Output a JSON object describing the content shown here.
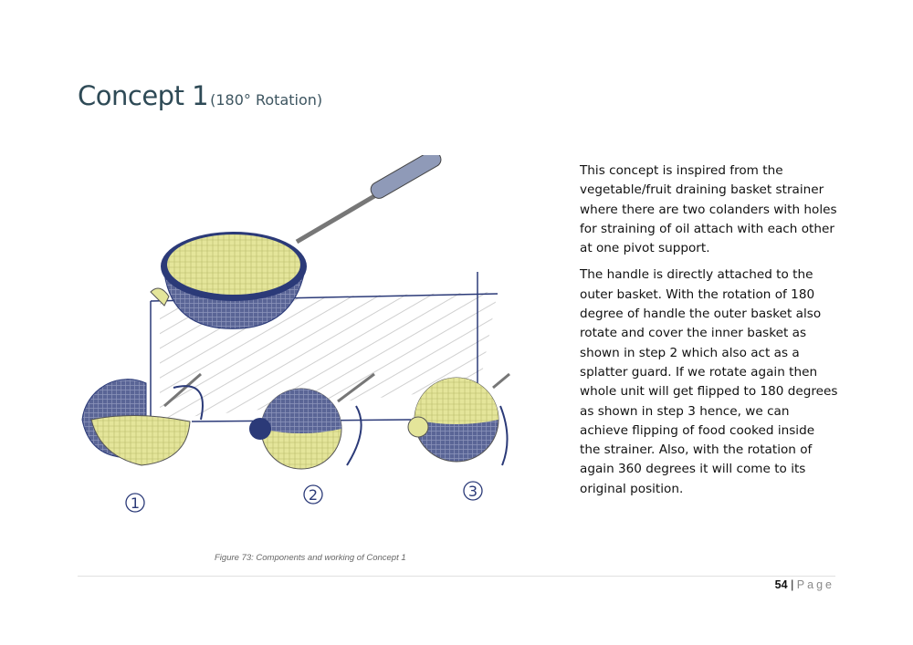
{
  "title": {
    "main": "Concept 1",
    "sub": "(180° Rotation)"
  },
  "body": {
    "paragraphs": [
      [
        "This concept is inspired from the",
        "vegetable/fruit draining basket strainer",
        "where there are two colanders with holes",
        "for straining of oil attach with each other",
        "at one pivot support."
      ],
      [
        "The handle is directly attached to the",
        "outer basket. With the rotation of 180",
        "degree of handle the outer basket also",
        "rotate and cover the inner basket as",
        "shown in step 2 which also act as a",
        "splatter guard. If we rotate again then",
        "whole unit will get flipped to 180 degrees",
        "as shown in step 3 hence, we can",
        "achieve flipping of food cooked inside",
        "the strainer. Also, with the rotation of",
        "again 360 degrees it will come to its",
        "original position."
      ]
    ]
  },
  "figure": {
    "caption": "Figure 73: Components and working of Concept 1",
    "step_labels": [
      "1",
      "2",
      "3"
    ],
    "colors": {
      "navy": "#2b3a78",
      "yellow": "#e4e59a",
      "handle": "#8f9ab8"
    }
  },
  "footer": {
    "page_number": "54",
    "separator": "|",
    "page_word": "Page"
  }
}
